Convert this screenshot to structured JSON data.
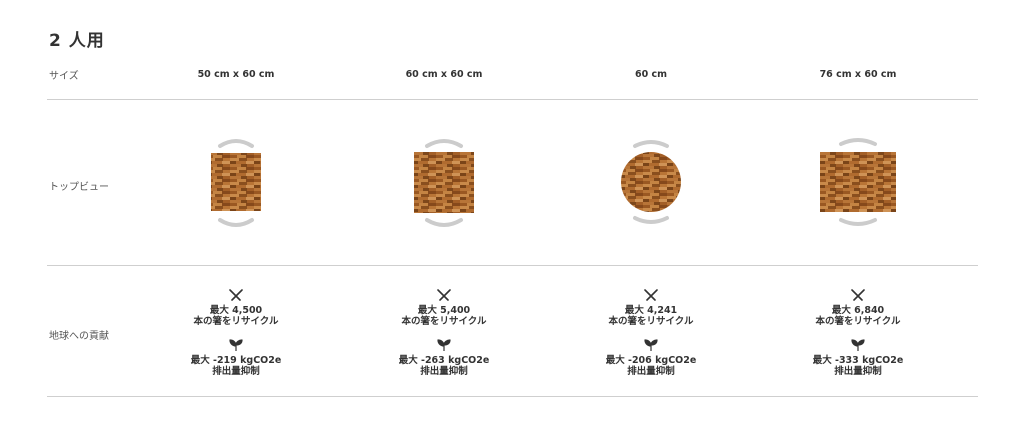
{
  "title": "2 人用",
  "rows": {
    "size_label": "サイズ",
    "topview_label": "トップビュー",
    "impact_label": "地球への貢献"
  },
  "columns": [
    {
      "size": "50 cm x 60 cm",
      "shape": "rect-tall",
      "chopsticks_line1": "最大 4,500",
      "chopsticks_line2": "本の箸をリサイクル",
      "co2_line1": "最大 -219 kgCO2e",
      "co2_line2": "排出量抑制"
    },
    {
      "size": "60 cm x 60 cm",
      "shape": "square",
      "chopsticks_line1": "最大 5,400",
      "chopsticks_line2": "本の箸をリサイクル",
      "co2_line1": "最大 -263 kgCO2e",
      "co2_line2": "排出量抑制"
    },
    {
      "size": "60 cm",
      "shape": "round",
      "chopsticks_line1": "最大 4,241",
      "chopsticks_line2": "本の箸をリサイクル",
      "co2_line1": "最大 -206 kgCO2e",
      "co2_line2": "排出量抑制"
    },
    {
      "size": "76 cm x 60 cm",
      "shape": "rect-wide",
      "chopsticks_line1": "最大 6,840",
      "chopsticks_line2": "本の箸をリサイクル",
      "co2_line1": "最大 -333 kgCO2e",
      "co2_line2": "排出量抑制"
    }
  ],
  "icons": {
    "chopsticks": "chopsticks-icon",
    "leaf": "sprout-icon"
  },
  "colors": {
    "wood_base": "#a8642b",
    "wood_dark": "#7a4418",
    "wood_light": "#c98a4a",
    "seat_arc": "#cccccc",
    "divider": "#cfcfcf"
  }
}
